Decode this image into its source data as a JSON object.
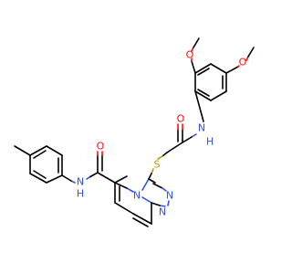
{
  "molecule": {
    "atoms": {
      "o_methoxy_top": "O",
      "o_methoxy_right": "O",
      "o_amide_right": "O",
      "n_amide_right": "N",
      "h_amide_right": "H",
      "s_thioether": "S",
      "o_amide_left": "O",
      "n_amide_left": "N",
      "h_amide_left": "H",
      "n_ring_bridge": "N",
      "n_ring_3": "N",
      "n_ring_4": "N"
    },
    "colors": {
      "carbon_bond": "#000000",
      "nitrogen": "#3050F8",
      "oxygen": "#FF0D0D",
      "sulfur": "#B29500"
    }
  }
}
